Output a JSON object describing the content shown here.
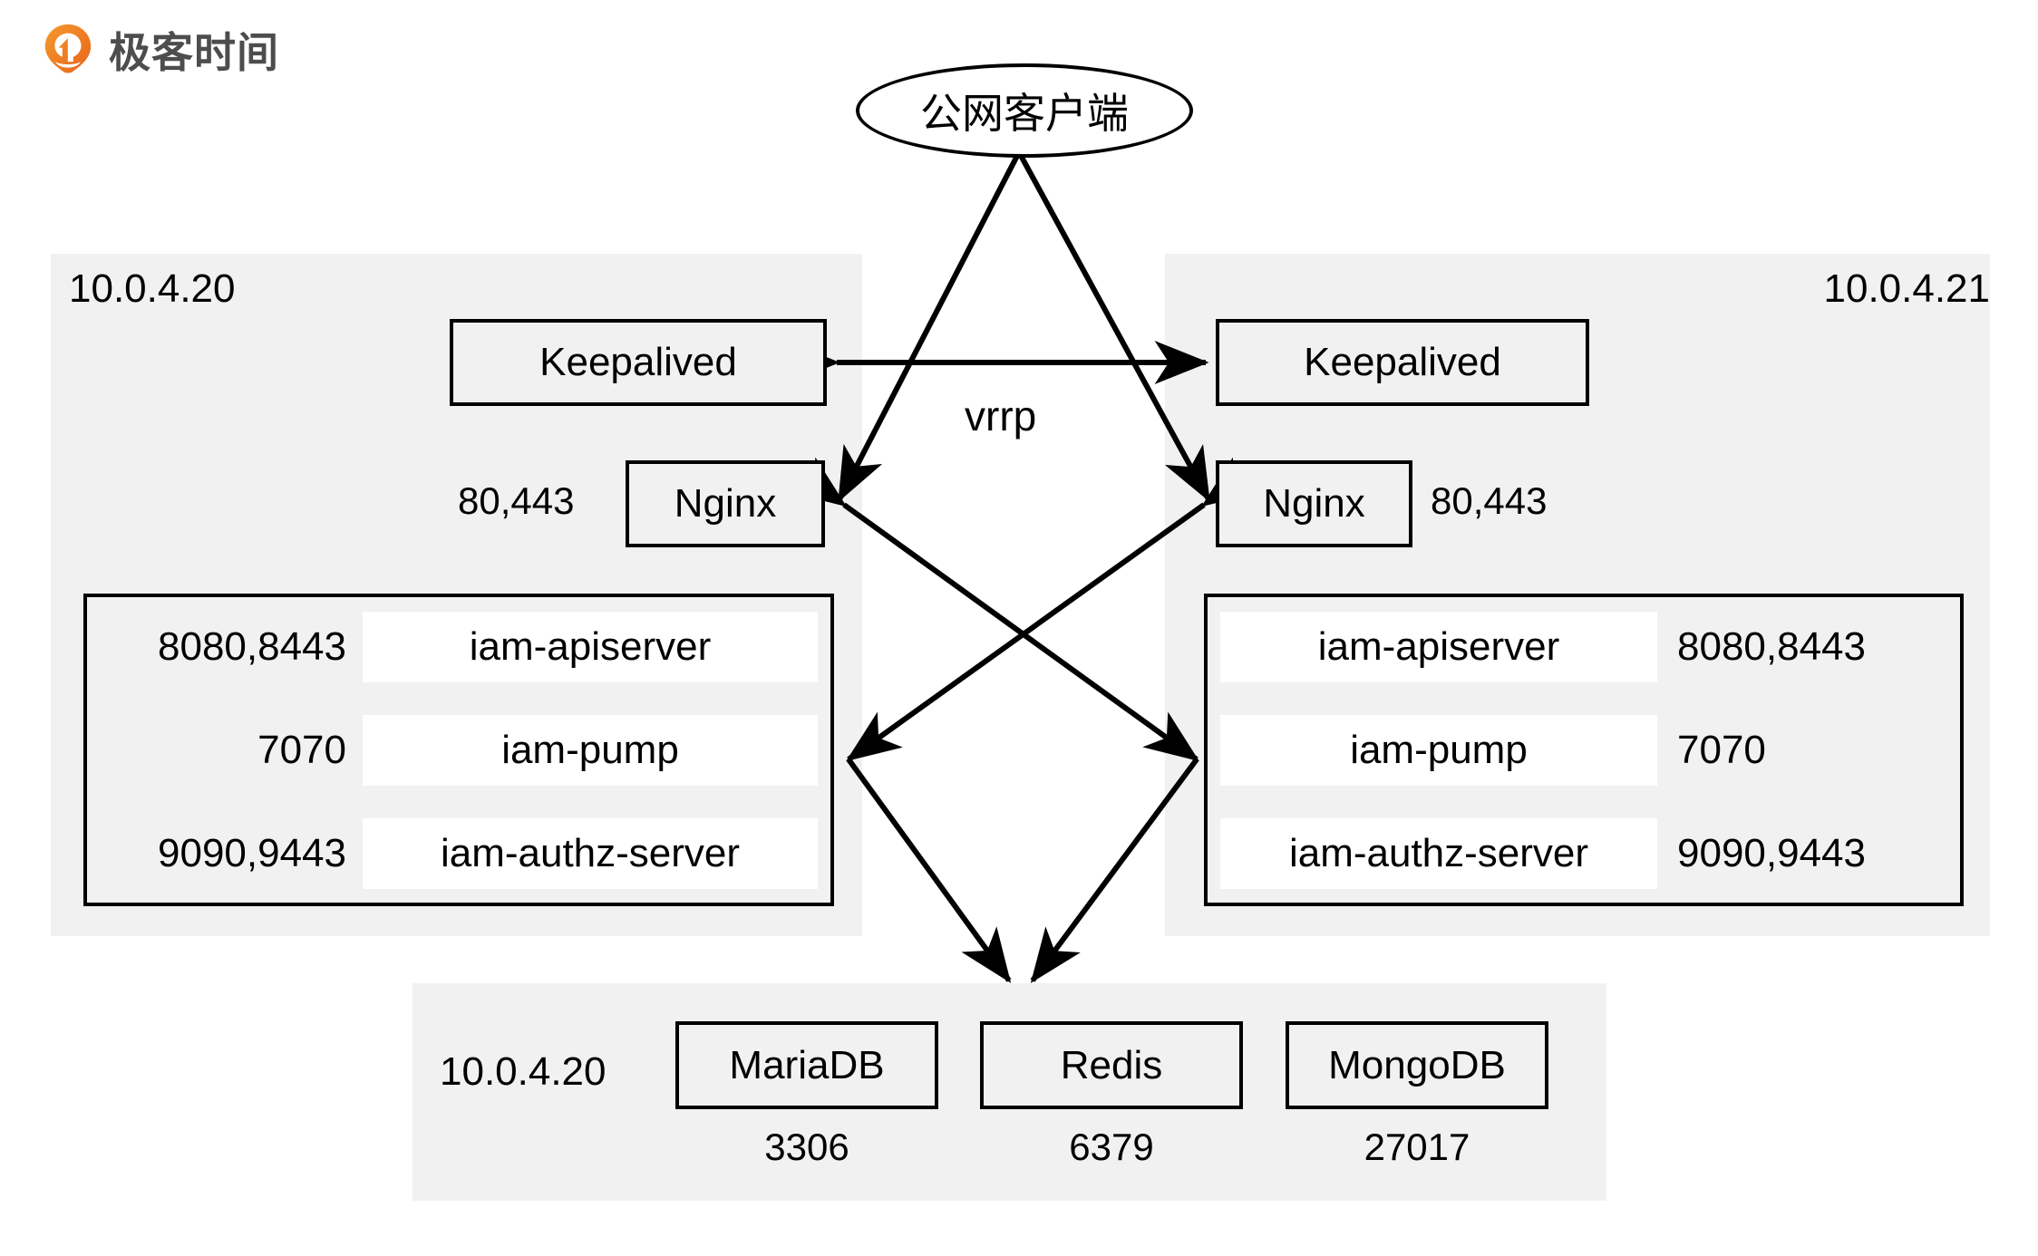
{
  "brand": {
    "name": "极客时间",
    "logo_icon": "geektime-pin-logo",
    "accent_color": "#ef7c22",
    "text_color": "#4d4d4d"
  },
  "diagram": {
    "title_node": {
      "label": "公网客户端",
      "shape": "ellipse"
    },
    "colors": {
      "zone_fill": "#f1f1f1",
      "node_fill": "#f1f1f1",
      "service_fill": "#ffffff",
      "stroke": "#000000",
      "background": "#ffffff"
    },
    "zones": [
      {
        "id": "left-host",
        "ip": "10.0.4.20",
        "ip_align": "left"
      },
      {
        "id": "right-host",
        "ip": "10.0.4.21",
        "ip_align": "right"
      },
      {
        "id": "db-host",
        "ip": "10.0.4.20",
        "ip_align": "left"
      }
    ],
    "left_host": {
      "ip": "10.0.4.20",
      "keepalived": {
        "label": "Keepalived"
      },
      "nginx": {
        "label": "Nginx",
        "ports": "80,443",
        "ports_side": "left"
      },
      "services": [
        {
          "name": "iam-apiserver",
          "ports": "8080,8443"
        },
        {
          "name": "iam-pump",
          "ports": "7070"
        },
        {
          "name": "iam-authz-server",
          "ports": "9090,9443"
        }
      ],
      "ports_side": "left"
    },
    "right_host": {
      "ip": "10.0.4.21",
      "keepalived": {
        "label": "Keepalived"
      },
      "nginx": {
        "label": "Nginx",
        "ports": "80,443",
        "ports_side": "right"
      },
      "services": [
        {
          "name": "iam-apiserver",
          "ports": "8080,8443"
        },
        {
          "name": "iam-pump",
          "ports": "7070"
        },
        {
          "name": "iam-authz-server",
          "ports": "9090,9443"
        }
      ],
      "ports_side": "right"
    },
    "db_host": {
      "ip": "10.0.4.20",
      "databases": [
        {
          "name": "MariaDB",
          "port": "3306"
        },
        {
          "name": "Redis",
          "port": "6379"
        },
        {
          "name": "MongoDB",
          "port": "27017"
        }
      ]
    },
    "edges": [
      {
        "id": "client-to-left-nginx",
        "from": "公网客户端",
        "to": "Nginx (10.0.4.20)",
        "arrow": "single",
        "label": ""
      },
      {
        "id": "client-to-right-nginx",
        "from": "公网客户端",
        "to": "Nginx (10.0.4.21)",
        "arrow": "single",
        "label": ""
      },
      {
        "id": "keepalived-vrrp",
        "from": "Keepalived (10.0.4.20)",
        "to": "Keepalived (10.0.4.21)",
        "arrow": "double",
        "label": "vrrp"
      },
      {
        "id": "left-nginx-to-right-svc",
        "from": "Nginx (10.0.4.20)",
        "to": "services (10.0.4.21)",
        "arrow": "double",
        "label": ""
      },
      {
        "id": "right-nginx-to-left-svc",
        "from": "Nginx (10.0.4.21)",
        "to": "services (10.0.4.20)",
        "arrow": "double",
        "label": ""
      },
      {
        "id": "left-svc-to-db",
        "from": "services (10.0.4.20)",
        "to": "databases",
        "arrow": "single",
        "label": ""
      },
      {
        "id": "right-svc-to-db",
        "from": "services (10.0.4.21)",
        "to": "databases",
        "arrow": "single",
        "label": ""
      }
    ]
  }
}
